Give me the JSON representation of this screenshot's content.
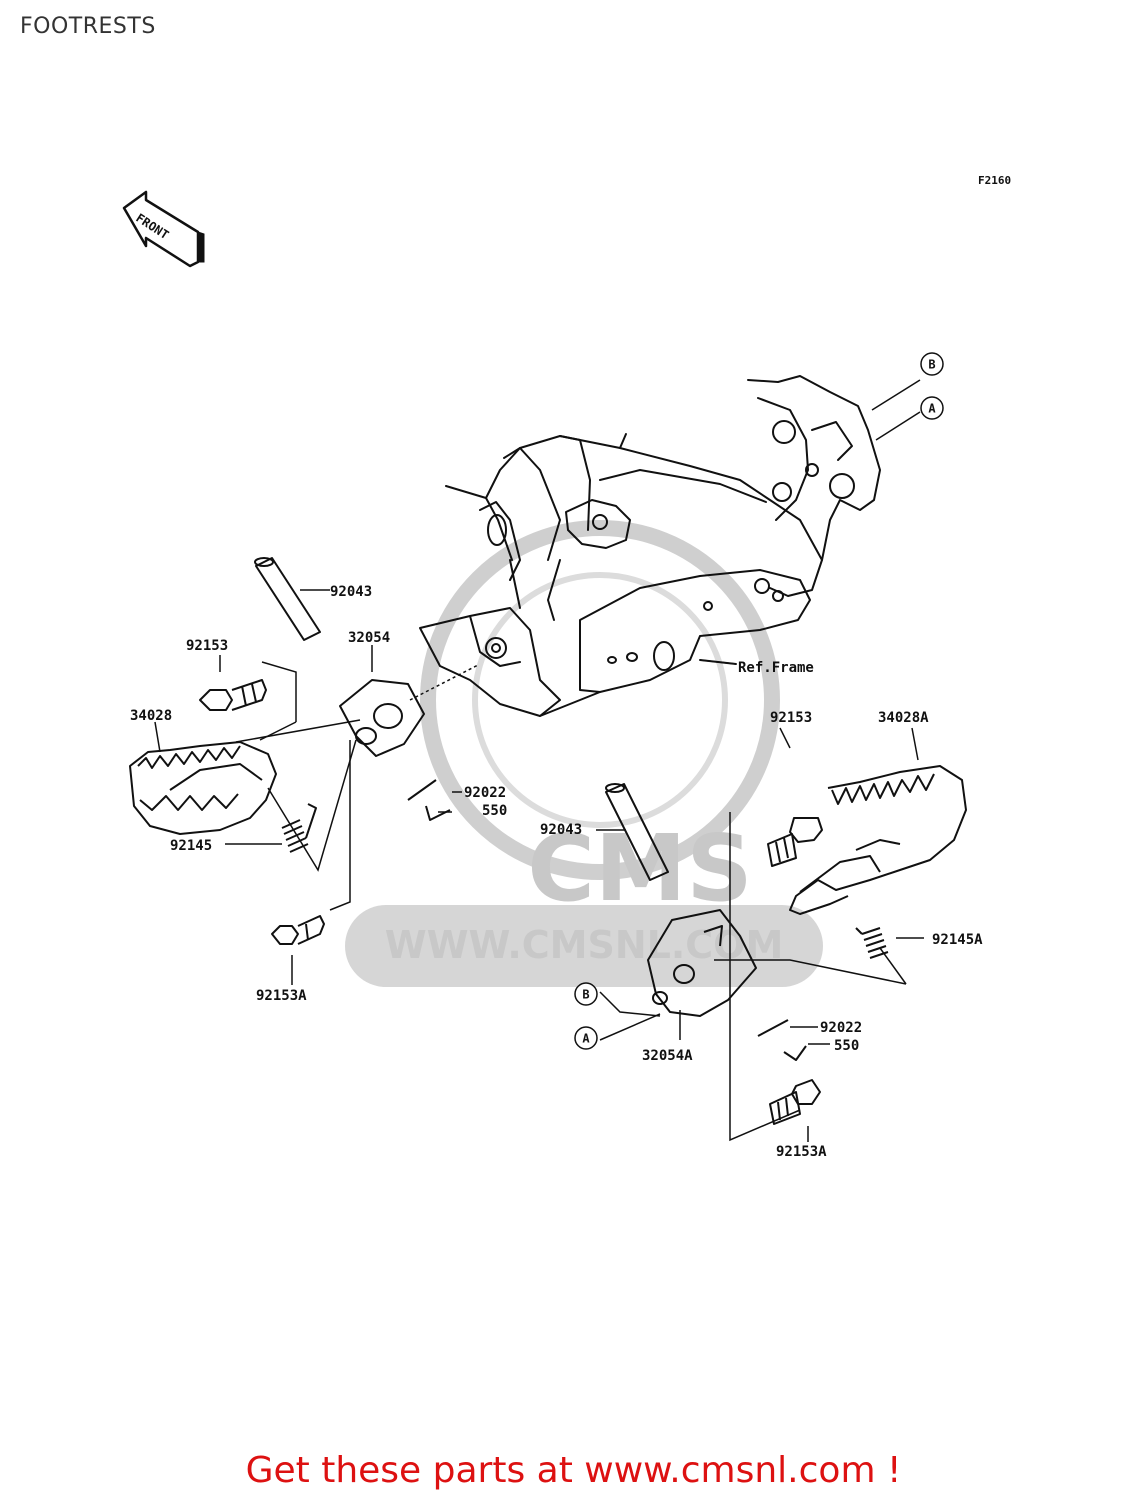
{
  "page": {
    "title": "FOOTRESTS"
  },
  "diagram": {
    "code": "F2160",
    "front_text": "FRONT",
    "ref_frame": "Ref.Frame",
    "watermark": {
      "brand": "CMS",
      "url": "WWW.CMSNL.COM"
    },
    "refs": {
      "a": "A",
      "b": "B"
    },
    "parts": {
      "p92043_left": "92043",
      "p32054": "32054",
      "p92153_left": "92153",
      "p34028": "34028",
      "p92022_left": "92022",
      "p550_left": "550",
      "p92145": "92145",
      "p92153A_left": "92153A",
      "p92153_right": "92153",
      "p34028A": "34028A",
      "p92043_right": "92043",
      "p92145A": "92145A",
      "p92022_right": "92022",
      "p550_right": "550",
      "p32054A": "32054A",
      "p92153A_right": "92153A"
    }
  },
  "footer": {
    "cta": "Get these parts at www.cmsnl.com !"
  },
  "colors": {
    "line": "#111111",
    "watermark": "#c8c8c8",
    "cta": "#dd1111"
  }
}
